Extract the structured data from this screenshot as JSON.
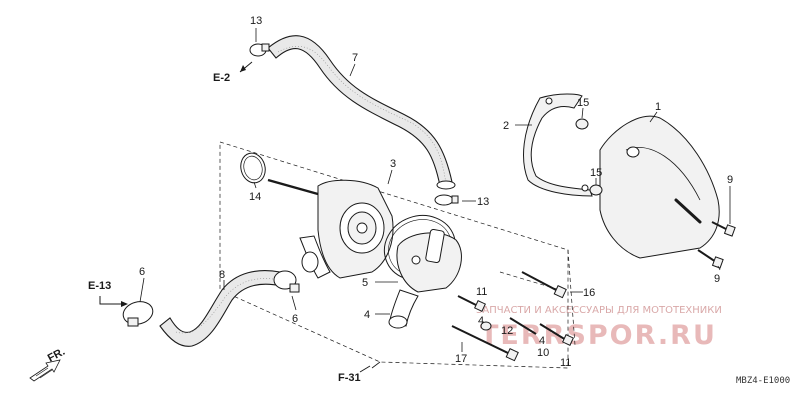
{
  "diagram": {
    "part_labels": {
      "p1": "1",
      "p2": "2",
      "p3": "3",
      "p4a": "4",
      "p4b": "4",
      "p4c": "4",
      "p5": "5",
      "p6a": "6",
      "p6b": "6",
      "p7": "7",
      "p8": "8",
      "p9a": "9",
      "p9b": "9",
      "p10": "10",
      "p11a": "11",
      "p11b": "11",
      "p12": "12",
      "p13a": "13",
      "p13b": "13",
      "p14": "14",
      "p15a": "15",
      "p15b": "15",
      "p16": "16",
      "p17": "17"
    },
    "references": {
      "e2": "E-2",
      "e13": "E-13",
      "f31": "F-31",
      "fr": "FR."
    },
    "drawing_code": "MBZ4-E1000"
  },
  "watermark": {
    "top_text": "ЗАПЧАСТИ И АКСЕССУАРЫ ДЛЯ МОТОТЕХНИКИ",
    "logo_text": "TERRSPOR.RU"
  }
}
